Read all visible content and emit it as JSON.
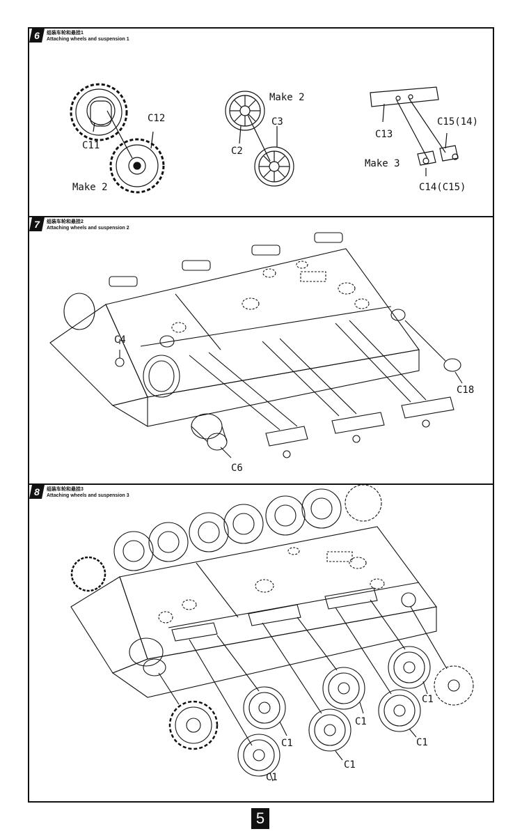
{
  "steps": [
    {
      "number": "6",
      "title_cn": "组装车轮和悬挂1",
      "title_en": "Attaching wheels and suspension 1",
      "labels": {
        "c11": "C11",
        "c12": "C12",
        "make2a": "Make 2",
        "make2b": "Make 2",
        "c2": "C2",
        "c3": "C3",
        "c13": "C13",
        "c15": "C15(14)",
        "make3": "Make 3",
        "c14": "C14(C15)"
      }
    },
    {
      "number": "7",
      "title_cn": "组装车轮和悬挂2",
      "title_en": "Attaching wheels and suspension 2",
      "labels": {
        "c4": "C4",
        "c18": "C18",
        "c6": "C6"
      }
    },
    {
      "number": "8",
      "title_cn": "组装车轮和悬挂3",
      "title_en": "Attaching wheels and suspension 3",
      "labels": {
        "c1a": "C1",
        "c1b": "C1",
        "c1c": "C1",
        "c1d": "C1",
        "c1e": "C1",
        "c1f": "C1"
      }
    }
  ],
  "page": {
    "number": "5"
  },
  "colors": {
    "ink": "#111111",
    "paper": "#ffffff"
  }
}
